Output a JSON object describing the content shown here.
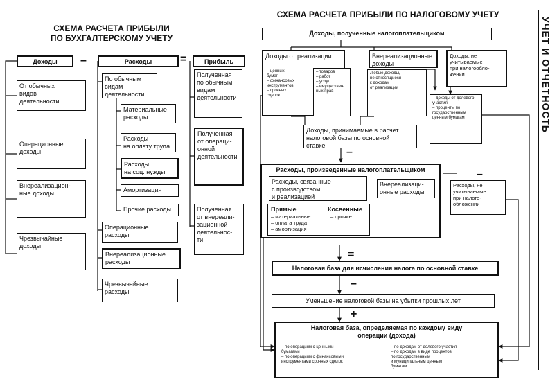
{
  "side_label": "УЧЕТ И ОТЧЕТНОСТЬ",
  "left": {
    "title_line1": "СХЕМА РАСЧЕТА ПРИБЫЛИ",
    "title_line2": "ПО БУХГАЛТЕРСКОМУ УЧЕТУ",
    "op_minus": "–",
    "op_equals": "=",
    "income_header": "Доходы",
    "income_items": [
      "От обычных\nвидов\nдеятельности",
      "Операционные\nдоходы",
      "Внереализацион-\nные доходы",
      "Чрезвычайные\nдоходы"
    ],
    "expense_header": "Расходы",
    "expense_ordinary": "По обычным\nвидам\nдеятельности",
    "expense_sub": [
      "Материальные\nрасходы",
      "Расходы\nна оплату труда",
      "Расходы\nна соц. нужды",
      "Амортизация",
      "Прочие расходы"
    ],
    "expense_other": [
      "Операционные\nрасходы",
      "Внереализационные\nрасходы",
      "Чрезвычайные\nрасходы"
    ],
    "profit_header": "Прибыль",
    "profit_items": [
      "Полученная\nпо обычным\nвидам\nдеятельности",
      "Полученная\nот операци-\nонной\nдеятельности",
      "Полученная\nот внереали-\nзационной\nдеятельнос-\nти"
    ]
  },
  "right": {
    "title": "СХЕМА РАСЧЕТА ПРИБЫЛИ ПО НАЛОГОВОМУ УЧЕТУ",
    "income_main": "Доходы, полученные налогоплательщиком",
    "sales_income": "Доходы от реализации",
    "sales_list_a": "– ценных\n  бумаг\n– финансовых\n  инструментов\n– срочных\n  сделок",
    "sales_list_b": "– товаров\n– работ\n– услуг\n– имуществен-\n  ных прав",
    "nonsales_income": "Внереализационные\nдоходы",
    "nonsales_note": "Любые доходы,\nне относящиеся\nк доходам\nот реализации",
    "not_counted_income": "Доходы, не\nучитываемые\nпри налогообло-\nжении",
    "equity_list": "– доходы от долевого\n  участия\n– проценты по\n  государственным\n  ценным бумагам",
    "accepted_income": "Доходы, принимаемые в расчет\nналоговой базы по основной\nставке",
    "op_minus1": "–",
    "expenses_main": "Расходы, произведенные налогоплательщиком",
    "production_expenses": "Расходы, связанные\nс производством\nи реализацией",
    "direct_header": "Прямые",
    "direct_list": "– материальные\n– оплата труда\n– амортизация",
    "indirect_header": "Косвенные",
    "indirect_list": "– прочие",
    "nonsales_expenses": "Внереализаци-\nонные расходы",
    "op_minus2": "–",
    "not_counted_expenses": "Расходы, не\nучитываемые\nпри налого-\nобложении",
    "op_equals": "=",
    "tax_base": "Налоговая база для исчисления налога по основной ставке",
    "op_minus3": "–",
    "loss_reduction": "Уменьшение налоговой базы на убытки прошлых лет",
    "op_plus": "+",
    "per_type_base": "Налоговая база, определяемая по каждому виду\nоперации (дохода)",
    "per_type_list_a": "– по операциям с ценными\n  бумагами\n– по операциям с финансовыми\n  инструментами срочных сделок",
    "per_type_list_b": "– по доходам от долевого участия\n– по доходам в виде процентов\n  по государственным\n  и муниципальным ценным\n  бумагам"
  }
}
